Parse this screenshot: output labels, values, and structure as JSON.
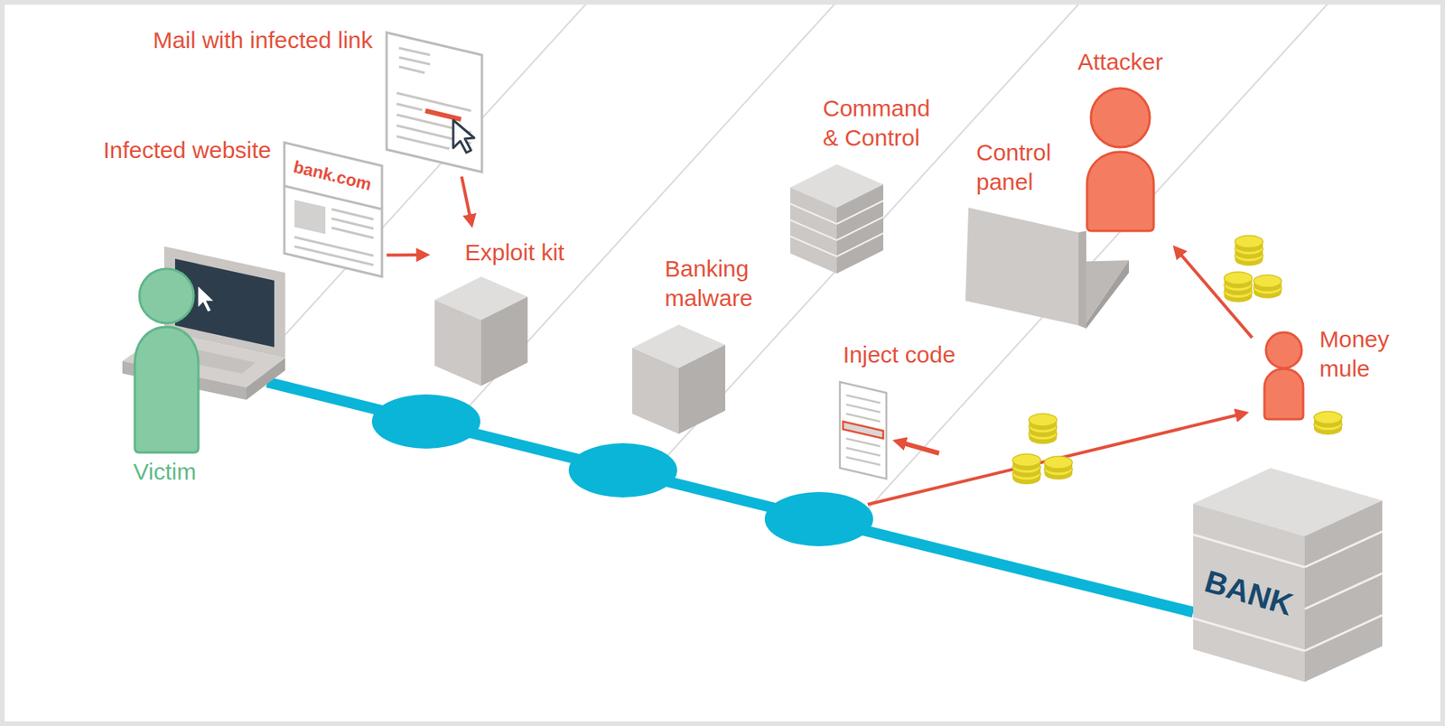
{
  "diagram": {
    "nodes": [
      {
        "text": [
          "Mail with infected link"
        ]
      },
      {
        "text": [
          "Infected website",
          "bank.com"
        ]
      },
      {
        "text": [
          "Victim"
        ]
      },
      {
        "text": [
          "Exploit kit"
        ]
      },
      {
        "text": [
          "Banking malware"
        ]
      },
      {
        "text": [
          "Command & Control"
        ]
      },
      {
        "text": [
          "Control panel"
        ]
      },
      {
        "text": [
          "Attacker"
        ]
      },
      {
        "text": [
          "Inject code"
        ]
      },
      {
        "text": [
          "Money mule"
        ]
      },
      {
        "text": [
          "BANK"
        ]
      }
    ],
    "edges": [
      {
        "from": 0,
        "to": 3,
        "arrow": "to"
      },
      {
        "from": 1,
        "to": 3,
        "arrow": "to"
      },
      {
        "from": 2,
        "to": 10,
        "arrow": "none"
      },
      {
        "from": 9,
        "to": 7,
        "arrow": "to"
      }
    ]
  }
}
